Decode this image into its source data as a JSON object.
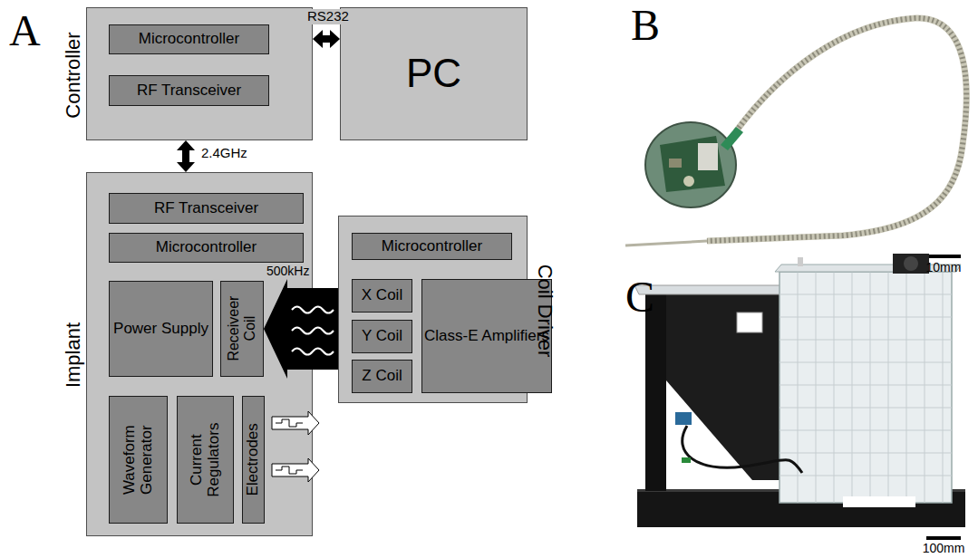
{
  "diagram": {
    "nodes": [
      {
        "text": [
          "Controller"
        ]
      },
      {
        "text": [
          "Microcontroller"
        ],
        "in": 0
      },
      {
        "text": [
          "RF Transceiver"
        ],
        "in": 0
      },
      {
        "text": [
          "PC"
        ]
      },
      {
        "text": [
          "Implant"
        ]
      },
      {
        "text": [
          "RF Transceiver"
        ],
        "in": 4
      },
      {
        "text": [
          "Microcontroller"
        ],
        "in": 4
      },
      {
        "text": [
          "Power Supply"
        ],
        "in": 4
      },
      {
        "text": [
          "Receiveer Coil"
        ],
        "in": 4
      },
      {
        "text": [
          "Waveform Generator"
        ],
        "in": 4
      },
      {
        "text": [
          "Current Regulators"
        ],
        "in": 4
      },
      {
        "text": [
          "Electrodes"
        ],
        "in": 4
      },
      {
        "text": [
          "Coil Driver"
        ]
      },
      {
        "text": [
          "Microcontroller"
        ],
        "in": 12
      },
      {
        "text": [
          "X Coil"
        ],
        "in": 12
      },
      {
        "text": [
          "Y Coil"
        ],
        "in": 12
      },
      {
        "text": [
          "Z Coil"
        ],
        "in": 12
      },
      {
        "text": [
          "Class-E Amplifiers"
        ],
        "in": 12
      }
    ],
    "edges": [
      {
        "from": 0,
        "to": 3,
        "label": "RS232",
        "arrow": "both"
      },
      {
        "from": 0,
        "to": 4,
        "label": "2.4GHz",
        "arrow": "both"
      },
      {
        "from": 12,
        "to": 8,
        "label": "500kHz",
        "arrow": "to"
      }
    ],
    "labels": [
      "A",
      "B",
      "C",
      "10mm",
      "100mm"
    ]
  }
}
